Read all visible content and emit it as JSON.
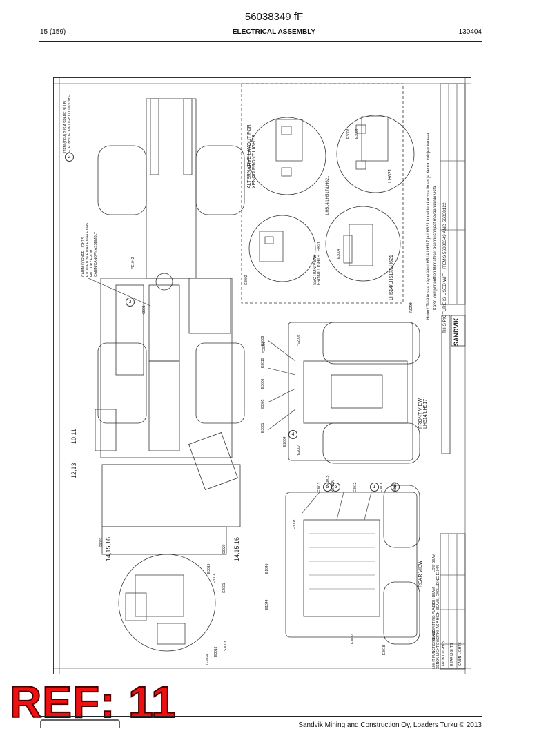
{
  "header": {
    "doc_number": "56038349 fF",
    "page": "15 (159)",
    "title": "ELECTRICAL ASSEMBLY",
    "date_code": "130404"
  },
  "drawing": {
    "alt_layout_title": "ALTERNATIVE LAYOUT FOR\nXENON FRONT LIGHTS",
    "section_view": "SECTION VIEW\nFRONT LIGHTS LH621",
    "front_view": "FRONT VIEW\nLH514/LH517",
    "rear_view": "REAR VIEW",
    "models_1": "LH514/LH517/LH621",
    "models_2": "LH514/LH517/LH621",
    "model_lh621": "LH621",
    "note_label": "Note!",
    "huom": "Huom!  Tätä kuvaa käytetään LH514 LH517 ja LH621 koneiden kanssa ilman ja Xenon valojen kanssa.",
    "huom2": "Katso komponenttien tilinnattiset asennusohjeet mekaanikkokuvista.",
    "this_picture": "THIS PICTURE IS USED WITH ITEMS 56038349 AND 56038122",
    "brand": "SANDVIK",
    "remove_note": "ITEM (TEM) 2 IS A SPARE BULB\nFOR INSIDE 12V LIGHT (15W/13MS)",
    "cabin_lights": "CABIN CORNER LIGHTS\nE1010 E1036 E1043 E1044 E1045\nFACTORY FROM\nCABIN/CANOPY ASSEMBLY",
    "light_table_title": "LIGHT FUNCTIONS AND FITTING PLACE\nXENON LIGHTS WORKS AS A HIGH BEAMS, EXCLUDING E1044",
    "light_rows": [
      "FRONT LIGHTS",
      "REAR LIGHTS",
      "CABIN LIGHTS"
    ],
    "light_cols": [
      "LOW BEAM",
      "HIGH BEAM",
      "XENON"
    ]
  },
  "labels": {
    "e3005": "E3005",
    "e3006": "E3006",
    "e3008": "E3008",
    "e3001": "E3001",
    "e3002": "E3002",
    "e3003": "E3003",
    "e3004": "E3004",
    "e3009": "E3009",
    "e3010": "E3010",
    "e3011": "E3011",
    "e3012": "E3012",
    "e3013": "E3013",
    "e3014": "E3014",
    "e3015": "E3015",
    "e3016": "E3016",
    "e3017": "E3017",
    "e3018": "E3018",
    "e3019": "E3019",
    "e1042": "*E1042",
    "e1044": "E1044",
    "e1045": "E1045",
    "e2007": "*E2007",
    "e2008": "*E2008",
    "e2009": "*E3009",
    "e2004": "E2004",
    "e2002": "*E2002",
    "h3001": "H3001",
    "h3002": "H3002",
    "g3004": "G3004",
    "s3001": "S3001",
    "s3002": "S3002",
    "s3003": "S3003",
    "s3020": "S3020",
    "s3021": "S3021",
    "xenon": "XENON",
    "ref_10_11": "10,11",
    "ref_12_13": "12,13",
    "ref_14_15_16_a": "14,15,16",
    "ref_14_15_16_b": "14,15,16",
    "callout_1": "1",
    "callout_2": "2",
    "callout_3": "3",
    "callout_4": "4",
    "callout_5": "5",
    "callout_6": "6",
    "callout_9": "9"
  },
  "stamp": {
    "text": "REF: 11"
  },
  "footer": {
    "text": "Sandvik Mining and Construction Oy, Loaders Turku © 2013"
  }
}
